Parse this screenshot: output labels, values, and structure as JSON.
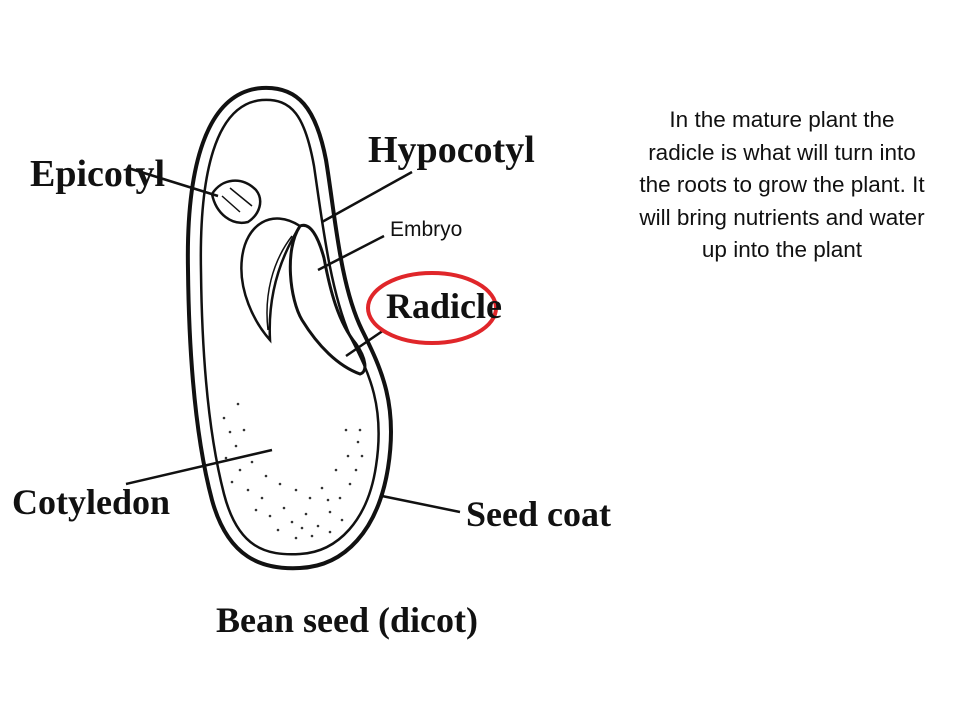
{
  "slide": {
    "explanation": "In the mature plant the radicle is what will turn into the roots to grow the plant. It will bring nutrients and water up into the plant"
  },
  "diagram": {
    "caption": "Bean seed (dicot)",
    "labels": {
      "epicotyl": "Epicotyl",
      "hypocotyl": "Hypocotyl",
      "embryo": "Embryo",
      "radicle": "Radicle",
      "cotyledon": "Cotyledon",
      "seed_coat": "Seed coat"
    },
    "highlight_color": "#e0262a",
    "line_color": "#111111"
  }
}
